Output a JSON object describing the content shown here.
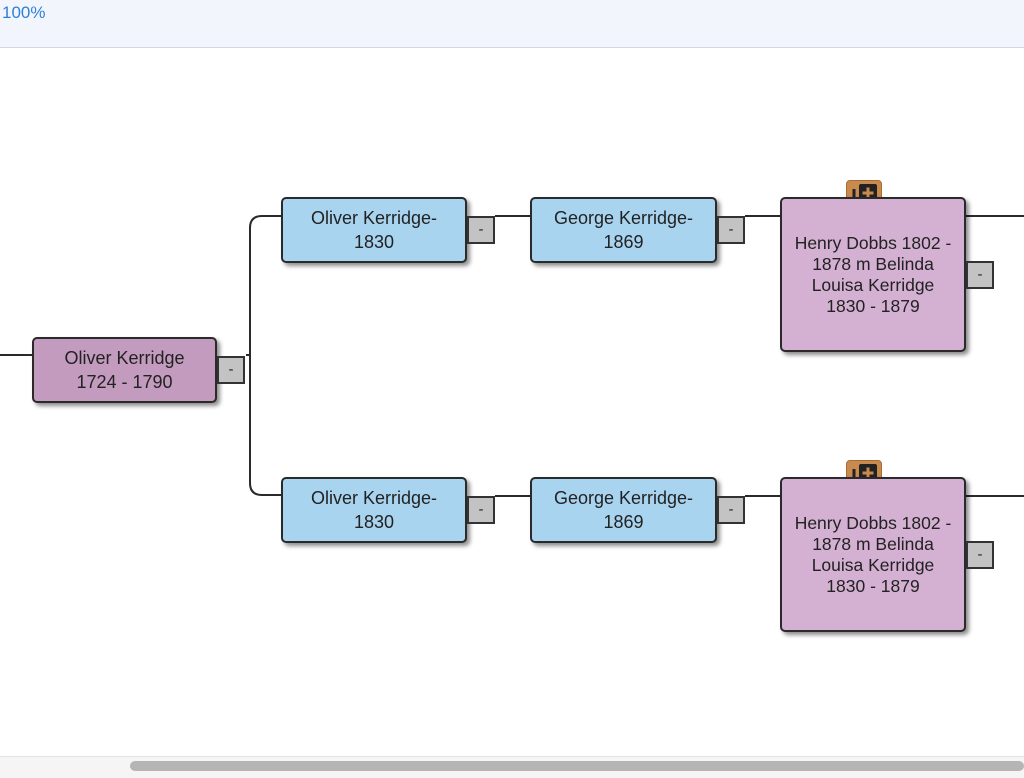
{
  "toolbar": {
    "zoom_level": "100%"
  },
  "tree": {
    "root": {
      "line1": "Oliver Kerridge",
      "line2": "1724 - 1790",
      "collapse_label": "-"
    },
    "branches": [
      {
        "child": {
          "line1": "Oliver Kerridge-",
          "line2": "1830",
          "collapse_label": "-"
        },
        "grandchild": {
          "line1": "George Kerridge-",
          "line2": "1869",
          "collapse_label": "-"
        },
        "spouse_node": {
          "lines": [
            "Henry Dobbs 1802 -",
            "1878 m Belinda",
            "Louisa Kerridge",
            "1830 - 1879"
          ],
          "collapse_label": "-"
        }
      },
      {
        "child": {
          "line1": "Oliver Kerridge-",
          "line2": "1830",
          "collapse_label": "-"
        },
        "grandchild": {
          "line1": "George Kerridge-",
          "line2": "1869",
          "collapse_label": "-"
        },
        "spouse_node": {
          "lines": [
            "Henry Dobbs 1802 -",
            "1878 m Belinda",
            "Louisa Kerridge",
            "1830 - 1879"
          ],
          "collapse_label": "-"
        }
      }
    ]
  },
  "colors": {
    "root_node": "#c39bbf",
    "child_node": "#a8d4f0",
    "spouse_node": "#d4b0d2",
    "add_button": "#c98a4e",
    "zoom_text": "#2f7fd6"
  },
  "icons": {
    "add": "add-to-photos-icon",
    "collapse": "minus"
  }
}
